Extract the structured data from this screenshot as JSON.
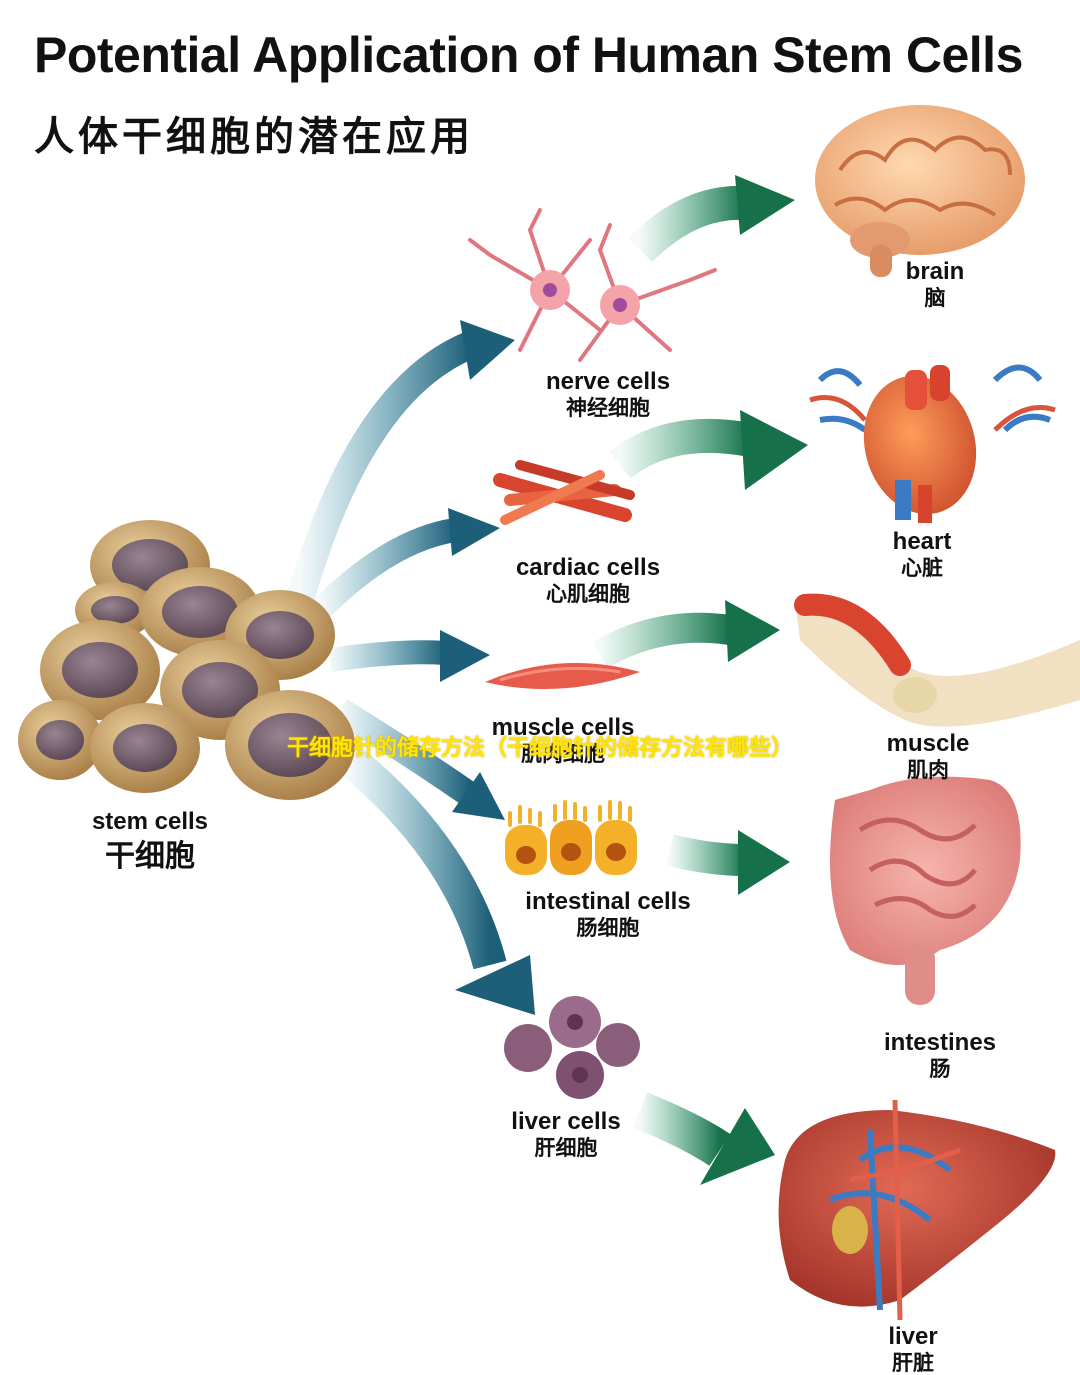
{
  "title": "Potential Application of Human Stem Cells",
  "subtitle": "人体干细胞的潜在应用",
  "overlay_caption": "干细胞针的储存方法（干细胞针的储存方法有哪些）",
  "source": {
    "en": "stem cells",
    "zh": "干细胞"
  },
  "cells": [
    {
      "en": "nerve cells",
      "zh": "神经细胞"
    },
    {
      "en": "cardiac cells",
      "zh": "心肌细胞"
    },
    {
      "en": "muscle cells",
      "zh": "肌肉细胞"
    },
    {
      "en": "intestinal cells",
      "zh": "肠细胞"
    },
    {
      "en": "liver cells",
      "zh": "肝细胞"
    }
  ],
  "organs": [
    {
      "en": "brain",
      "zh": "脑"
    },
    {
      "en": "heart",
      "zh": "心脏"
    },
    {
      "en": "muscle",
      "zh": "肌肉"
    },
    {
      "en": "intestines",
      "zh": "肠"
    },
    {
      "en": "liver",
      "zh": "肝脏"
    }
  ],
  "colors": {
    "arrow_teal": "#1f6f86",
    "arrow_green": "#1f8a5a",
    "stem_cell": "#c9a26a",
    "nucleus": "#7a6470"
  }
}
